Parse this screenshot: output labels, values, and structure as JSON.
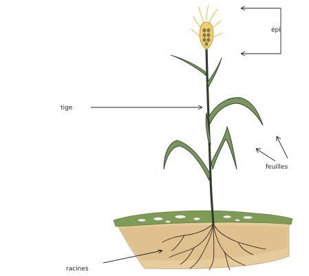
{
  "labels": {
    "epi": "épi",
    "tige": "tige",
    "feuilles": "feuilles",
    "racines": "racines"
  },
  "colors": {
    "soil": "#e3c99a",
    "grass": "#8aa860",
    "stem": "#2f3f2a",
    "leaf": "#6f8a52",
    "ear": "#e4c14a",
    "root": "#3b2a1a"
  }
}
